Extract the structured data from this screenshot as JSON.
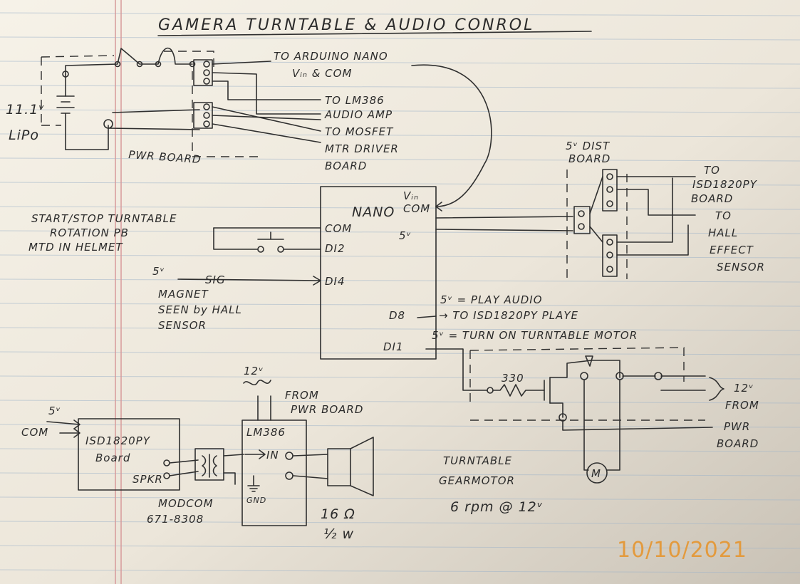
{
  "title": "GAMERA TURNTABLE & AUDIO CONROL",
  "battery": {
    "voltage": "11.1ᵛ",
    "type": "LiPo"
  },
  "pwr_board": "PWR BOARD",
  "pwr_out": {
    "nano_1": "TO ARDUINO NANO",
    "nano_2": "Vᵢₙ & COM",
    "amp_1": "TO LM386",
    "amp_2": "AUDIO AMP",
    "mosfet_1": "TO MOSFET",
    "mosfet_2": "MTR DRIVER",
    "mosfet_3": "BOARD"
  },
  "nano": {
    "name": "NANO",
    "vin": "Vᵢₙ",
    "com": "COM",
    "v5": "5ᵛ",
    "com_in": "COM",
    "di2": "DI2",
    "di4": "DI4",
    "d8": "D8",
    "d11": "DI1"
  },
  "pushbutton": {
    "line1": "START/STOP TURNTABLE",
    "line2": "ROTATION PB",
    "line3": "MTD IN HELMET"
  },
  "hall_input": {
    "v5": "5ᵛ",
    "sig": "SIG",
    "line1": "MAGNET",
    "line2": "SEEN by HALL",
    "line3": "SENSOR"
  },
  "d8_note": {
    "line1": "5ᵛ = PLAY AUDIO",
    "line2": "→ TO ISD1820PY PLAYE"
  },
  "d11_note": "5ᵛ = TURN ON TURNTABLE MOTOR",
  "dist_board": {
    "line1": "5ᵛ DIST",
    "line2": "BOARD"
  },
  "dist_out": {
    "isd_1": "TO",
    "isd_2": "ISD1820PY",
    "isd_3": "BOARD",
    "hall_1": "TO",
    "hall_2": "HALL",
    "hall_3": "EFFECT",
    "hall_4": "SENSOR"
  },
  "mosfet_circuit": {
    "resistor": "330",
    "supply_1": "12ᵛ",
    "supply_2": "FROM",
    "supply_3": "PWR",
    "supply_4": "BOARD",
    "motor": "M"
  },
  "gearmotor": {
    "line1": "TURNTABLE",
    "line2": "GEARMOTOR",
    "line3": "6 rpm @ 12ᵛ"
  },
  "isd_board": {
    "v5": "5ᵛ",
    "com": "COM",
    "name_1": "ISD1820PY",
    "name_2": "Board",
    "spkr": "SPKR"
  },
  "transformer": {
    "line1": "MODCOM",
    "line2": "671-8308"
  },
  "lm386": {
    "supply": "12ᵛ",
    "from_1": "FROM",
    "from_2": "PWR BOARD",
    "name": "LM386",
    "in": "IN",
    "gnd": "GND"
  },
  "speaker": {
    "impedance": "16 Ω",
    "power": "½ w"
  },
  "date_stamp": "10/10/2021"
}
